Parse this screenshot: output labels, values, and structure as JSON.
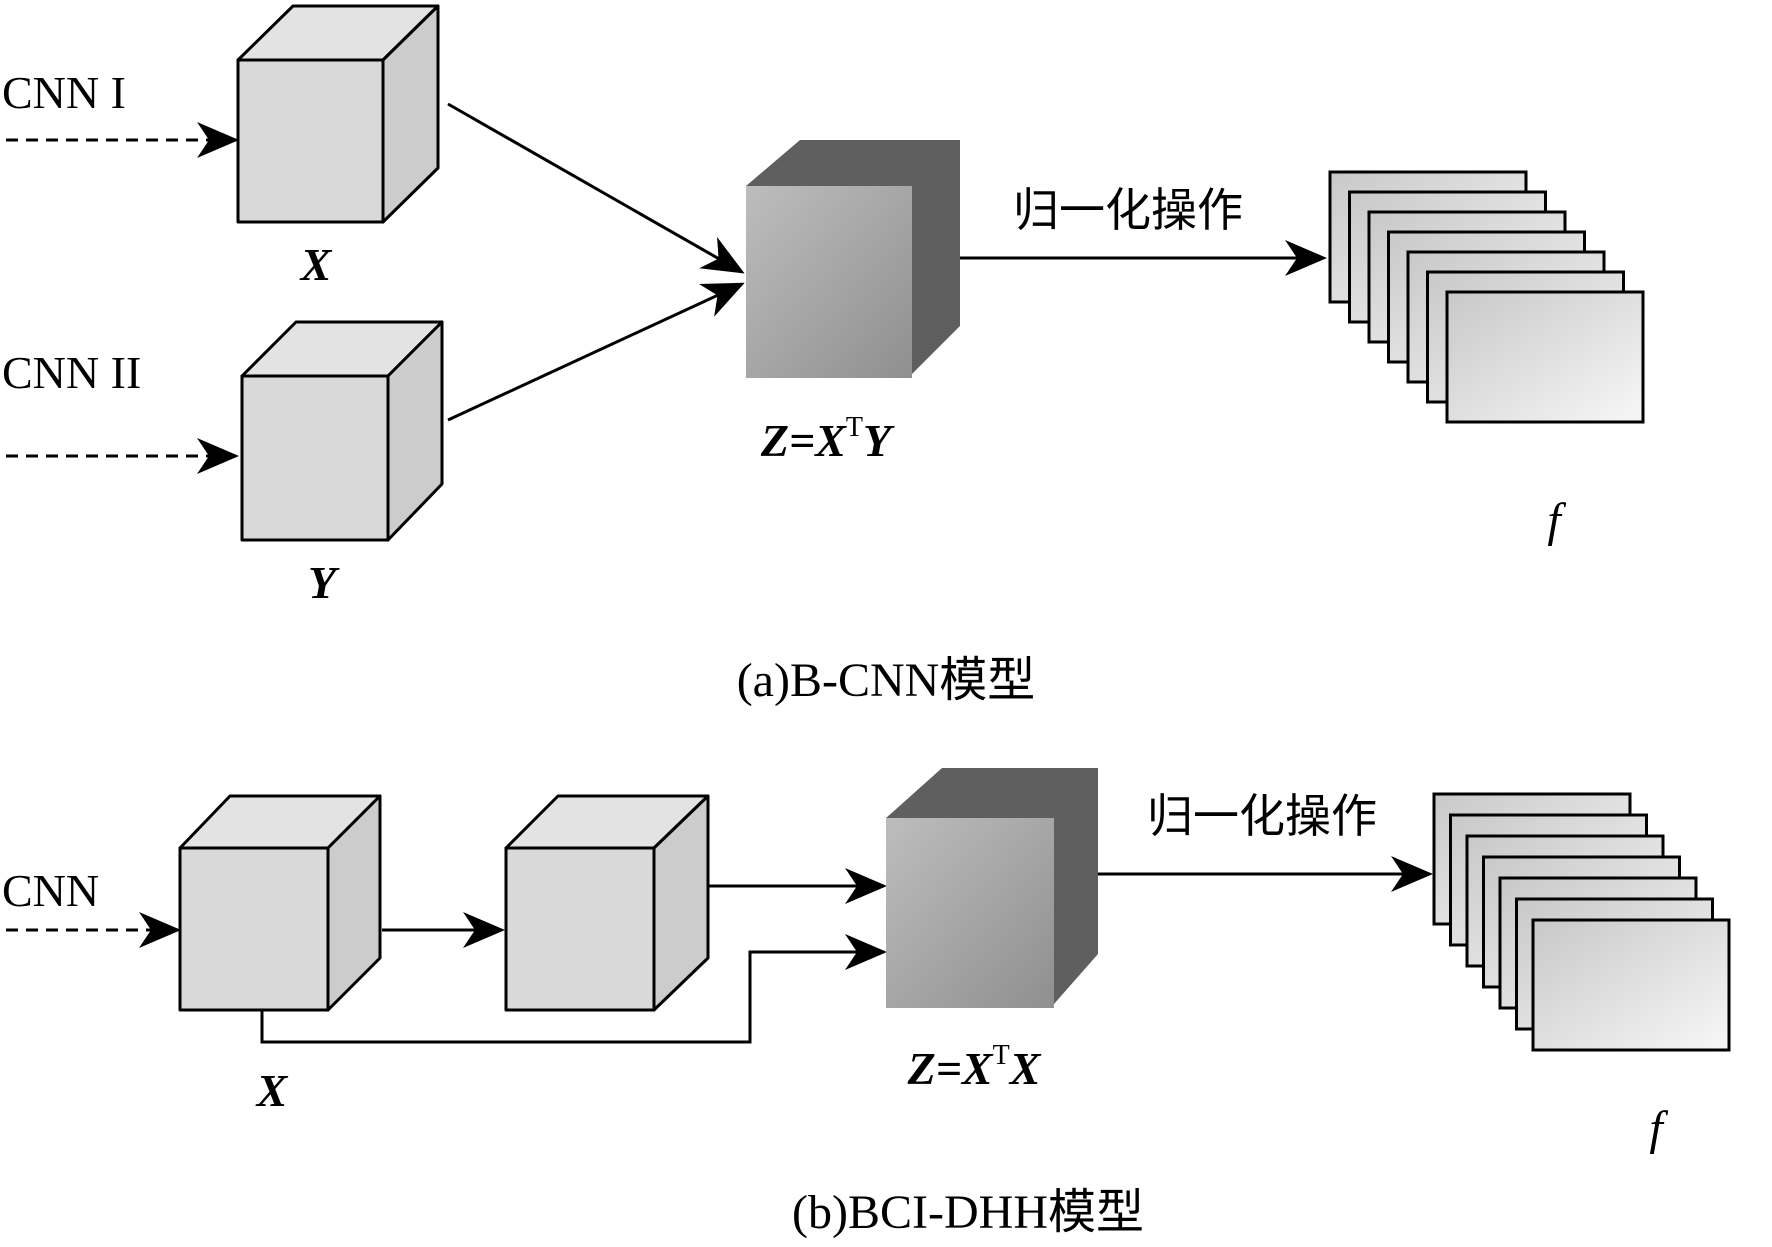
{
  "panel_a": {
    "input_1": "CNN I",
    "input_2": "CNN II",
    "cube_1_var": "X",
    "cube_2_var": "Y",
    "product_z": "Z",
    "product_eq": "=",
    "product_x": "X",
    "product_sup": "T",
    "product_y": "Y",
    "op_label": "归一化操作",
    "output_var": "f",
    "caption": "(a)B-CNN模型"
  },
  "panel_b": {
    "input": "CNN",
    "cube_var": "X",
    "product_z": "Z",
    "product_eq": "=",
    "product_x": "X",
    "product_sup": "T",
    "product_x2": "X",
    "op_label": "归一化操作",
    "output_var": "f",
    "caption": "(b)BCI-DHH模型"
  },
  "colors": {
    "cube_front": "#d9d9d9",
    "cube_side": "#cccccc",
    "cube_top": "#e3e3e3",
    "product_front_light": "#bdbdbd",
    "product_front_dark": "#8f8f8f",
    "product_shadow": "#5f5f5f",
    "sheet_fill_light": "#f7f7f7",
    "sheet_fill_dark": "#c8c8c8"
  }
}
